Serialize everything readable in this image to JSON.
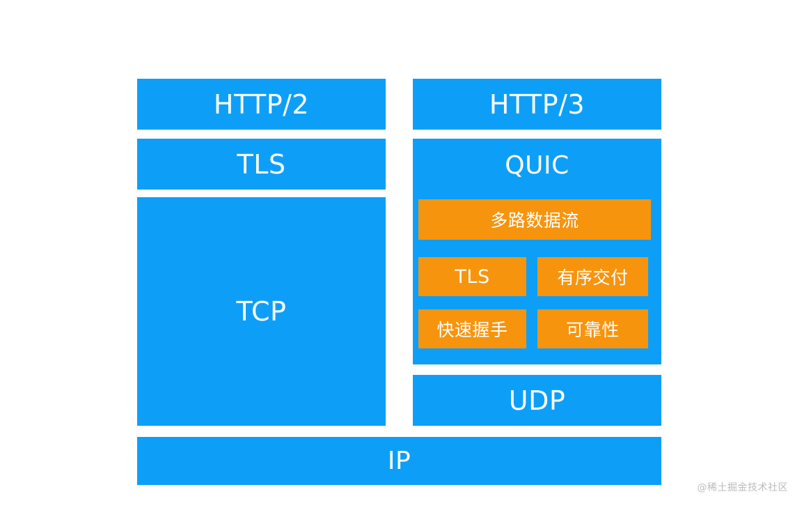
{
  "colors": {
    "blue": "#0d9ff8",
    "orange": "#f7940d",
    "text": "#ffffff",
    "background": "#ffffff",
    "watermark": "#bbbbbb"
  },
  "diagram": {
    "left_stack": {
      "http_label": "HTTP/2",
      "security_label": "TLS",
      "transport_label": "TCP"
    },
    "right_stack": {
      "http_label": "HTTP/3",
      "quic_label": "QUIC",
      "quic_features": [
        {
          "label": "多路数据流"
        },
        {
          "label": "TLS"
        },
        {
          "label": "有序交付"
        },
        {
          "label": "快速握手"
        },
        {
          "label": "可靠性"
        }
      ],
      "transport_label": "UDP"
    },
    "network_layer_label": "IP"
  },
  "watermark": {
    "text": "@稀土掘金技术社区"
  }
}
